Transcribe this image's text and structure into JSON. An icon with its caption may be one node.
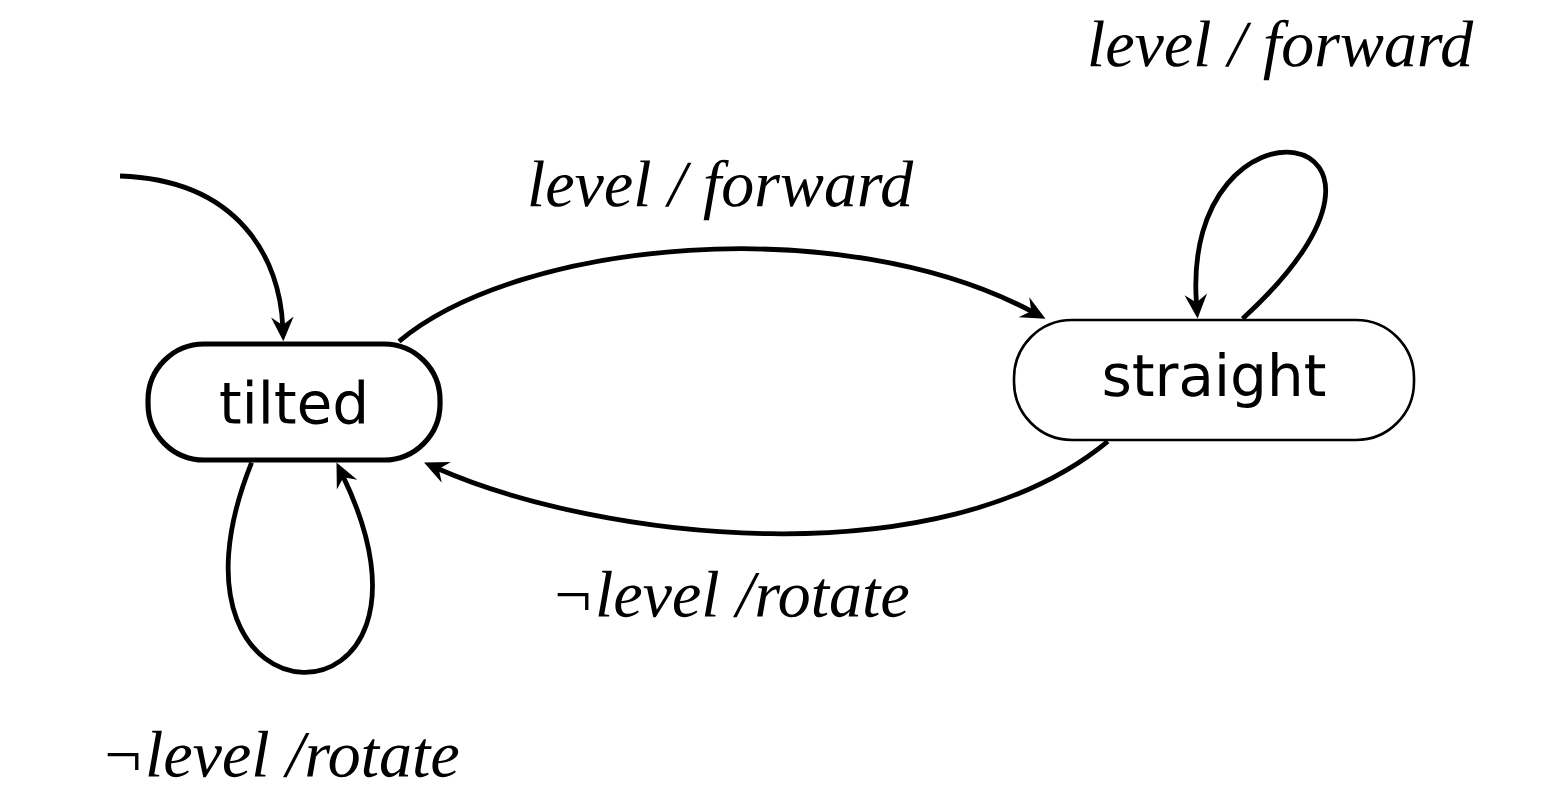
{
  "diagram": {
    "nodes": [
      {
        "text": [
          "tilted"
        ]
      },
      {
        "text": [
          "straight"
        ]
      }
    ],
    "edges": [
      {
        "from": null,
        "to": 0,
        "arrow": "to"
      },
      {
        "from": 0,
        "to": 1,
        "arrow": "to",
        "label": "level / forward"
      },
      {
        "from": 1,
        "to": 0,
        "arrow": "to",
        "label": "¬level /rotate"
      },
      {
        "from": 0,
        "to": 0,
        "arrow": "to",
        "label": "¬level /rotate"
      },
      {
        "from": 1,
        "to": 1,
        "arrow": "to",
        "label": "level / forward"
      }
    ]
  }
}
